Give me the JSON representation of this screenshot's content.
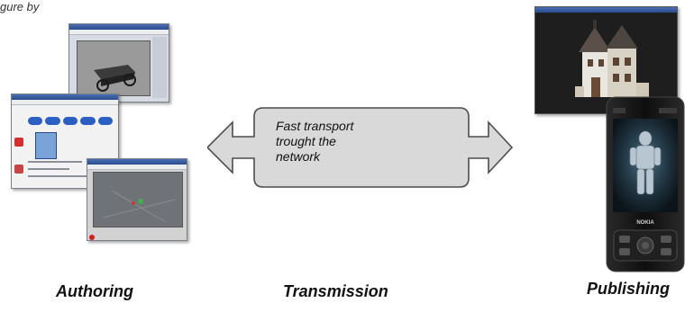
{
  "top_caption": "gure by",
  "arrow_text": {
    "line1": "Fast transport",
    "line2": "trought the",
    "line3": "network"
  },
  "labels": {
    "authoring": "Authoring",
    "transmission": "Transmission",
    "publishing": "Publishing"
  },
  "phone": {
    "brand": "NOKIA"
  },
  "colors": {
    "arrow_fill": "#d9d9d9",
    "arrow_stroke": "#4d4d4d",
    "pill_blue": "#2b5fc4",
    "phone_body": "#1a1a1a"
  }
}
